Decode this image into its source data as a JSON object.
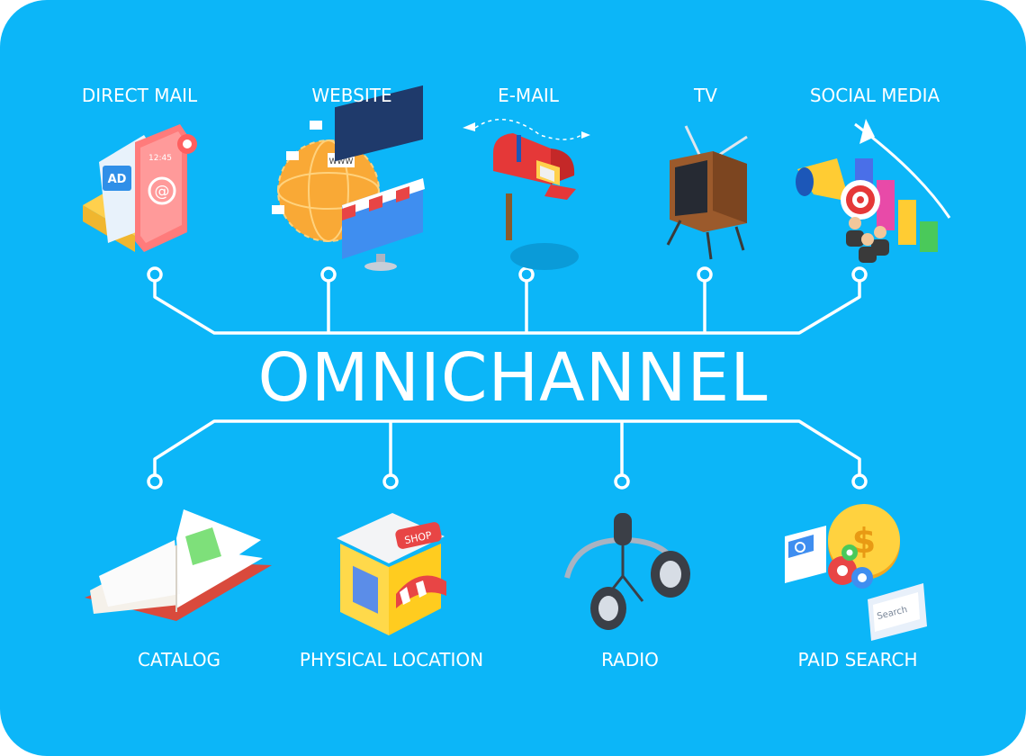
{
  "title": "OMNICHANNEL",
  "channels_top": [
    {
      "label": "DIRECT MAIL",
      "icon": "direct-mail-icon"
    },
    {
      "label": "WEBSITE",
      "icon": "website-globe-icon"
    },
    {
      "label": "E-MAIL",
      "icon": "email-mailbox-icon"
    },
    {
      "label": "TV",
      "icon": "tv-icon"
    },
    {
      "label": "SOCIAL MEDIA",
      "icon": "social-media-megaphone-icon"
    }
  ],
  "channels_bottom": [
    {
      "label": "CATALOG",
      "icon": "catalog-book-icon"
    },
    {
      "label": "PHYSICAL LOCATION",
      "icon": "shop-icon"
    },
    {
      "label": "RADIO",
      "icon": "radio-microphone-icon"
    },
    {
      "label": "PAID SEARCH",
      "icon": "paid-search-icon"
    }
  ],
  "icon_text": {
    "ad": "AD",
    "phone_time": "12:45",
    "www": "WWW",
    "shop": "SHOP",
    "search": "Search"
  },
  "colors": {
    "background": "#0cb6f8",
    "line": "#ffffff",
    "text": "#ffffff"
  }
}
